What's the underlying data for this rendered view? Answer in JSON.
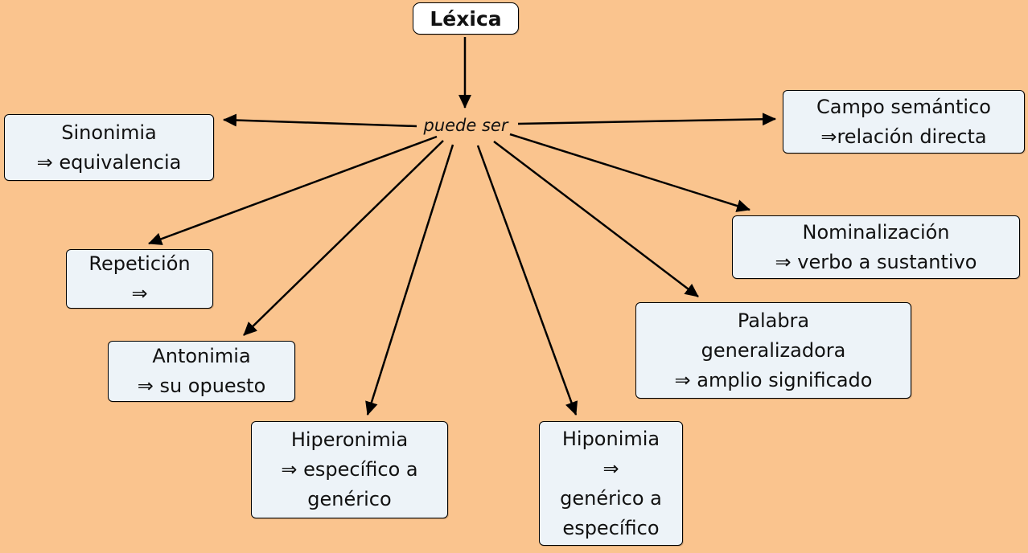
{
  "colors": {
    "background": "#FAC48E",
    "node_background": "#EDF3F8",
    "node_border": "#000000",
    "title_background": "#FFFFFF",
    "arrow": "#000000"
  },
  "diagram": {
    "title": "Léxica",
    "link_label": "puede ser",
    "nodes": {
      "sinonimia": {
        "lines": [
          "Sinonimia",
          "⇒ equivalencia"
        ]
      },
      "campo_semantico": {
        "lines": [
          "Campo semántico",
          "⇒relación directa"
        ]
      },
      "repeticion": {
        "lines": [
          "Repetición",
          "⇒"
        ]
      },
      "nominalizacion": {
        "lines": [
          "Nominalización",
          "⇒ verbo a sustantivo"
        ]
      },
      "antonimia": {
        "lines": [
          "Antonimia",
          "⇒ su opuesto"
        ]
      },
      "palabra_generalizadora": {
        "lines": [
          "Palabra",
          "generalizadora",
          "⇒ amplio significado"
        ]
      },
      "hiperonimia": {
        "lines": [
          "Hiperonimia",
          "⇒ específico a",
          "genérico"
        ]
      },
      "hiponimia": {
        "lines": [
          "Hiponimia",
          "⇒",
          "genérico a",
          "específico"
        ]
      }
    }
  }
}
